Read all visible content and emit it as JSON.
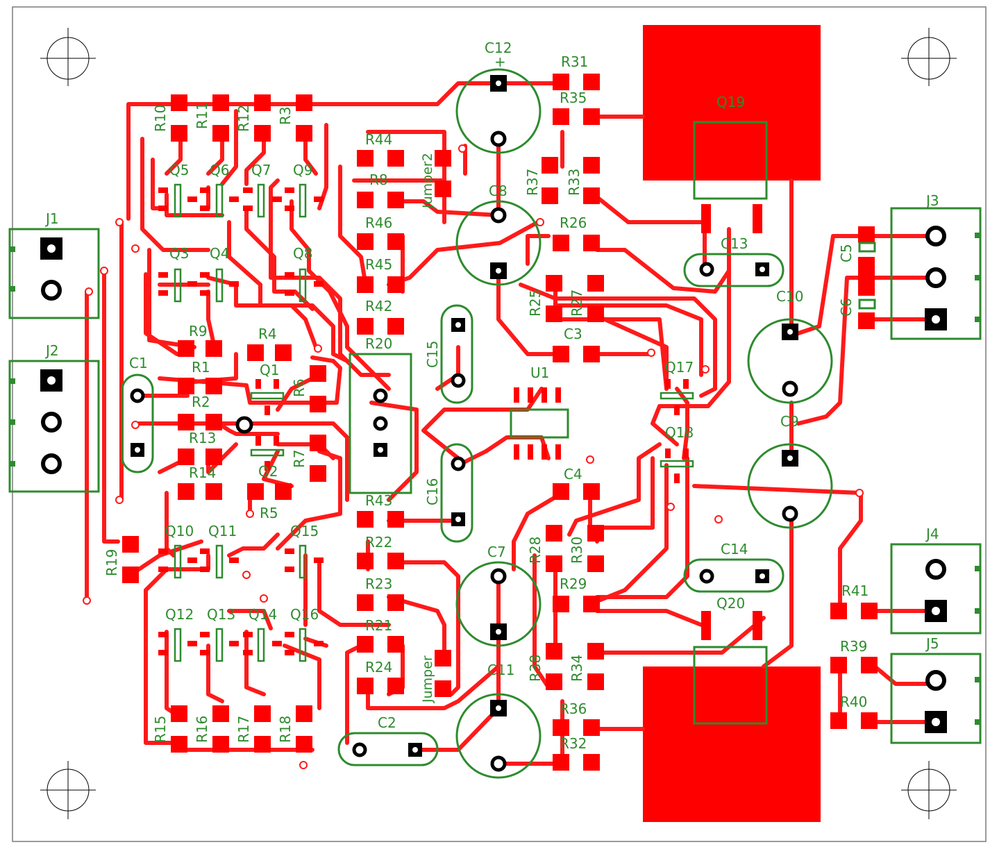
{
  "colors": {
    "copper": "#ff1a1a",
    "silkscreen": "#2e8b2e",
    "pad": "#ff0000",
    "hole": "#ffffff",
    "pin_square": "#000000",
    "outline": "#7a7a7a",
    "background": "#ffffff"
  },
  "connectors": {
    "J1": "J1",
    "J2": "J2",
    "J3": "J3",
    "J4": "J4",
    "J5": "J5"
  },
  "capacitors": {
    "C1": "C1",
    "C2": "C2",
    "C3": "C3",
    "C4": "C4",
    "C5": "C5",
    "C6": "C6",
    "C7": "C7",
    "C8": "C8",
    "C9": "C9",
    "C10": "C10",
    "C11": "C11",
    "C12": "C12",
    "C13": "C13",
    "C14": "C14",
    "C15": "C15",
    "C16": "C16"
  },
  "transistors": {
    "Q1": "Q1",
    "Q2": "Q2",
    "Q3": "Q3",
    "Q4": "Q4",
    "Q5": "Q5",
    "Q6": "Q6",
    "Q7": "Q7",
    "Q8": "Q8",
    "Q9": "Q9",
    "Q10": "Q10",
    "Q11": "Q11",
    "Q12": "Q12",
    "Q13": "Q13",
    "Q14": "Q14",
    "Q15": "Q15",
    "Q16": "Q16",
    "Q17": "Q17",
    "Q18": "Q18",
    "Q19": "Q19",
    "Q20": "Q20"
  },
  "ic": {
    "U1": "U1"
  },
  "jumpers": {
    "jumper1": "Jumper",
    "jumper2": "Jumper2"
  },
  "resistors": {
    "R1": "R1",
    "R2": "R2",
    "R3": "R3",
    "R4": "R4",
    "R5": "R5",
    "R6": "R6",
    "R7": "R7",
    "R8": "R8",
    "R9": "R9",
    "R10": "R10",
    "R11": "R11",
    "R12": "R12",
    "R13": "R13",
    "R14": "R14",
    "R15": "R15",
    "R16": "R16",
    "R17": "R17",
    "R18": "R18",
    "R19": "R19",
    "R20": "R20",
    "R21": "R21",
    "R22": "R22",
    "R23": "R23",
    "R24": "R24",
    "R25": "R25",
    "R26": "R26",
    "R27": "R27",
    "R28": "R28",
    "R29": "R29",
    "R30": "R30",
    "R31": "R31",
    "R32": "R32",
    "R33": "R33",
    "R34": "R34",
    "R35": "R35",
    "R36": "R36",
    "R37": "R37",
    "R38": "R38",
    "R39": "R39",
    "R40": "R40",
    "R41": "R41",
    "R42": "R42",
    "R43": "R43",
    "R44": "R44",
    "R45": "R45",
    "R46": "R46"
  },
  "polarity_marks": {
    "plus": "+"
  }
}
